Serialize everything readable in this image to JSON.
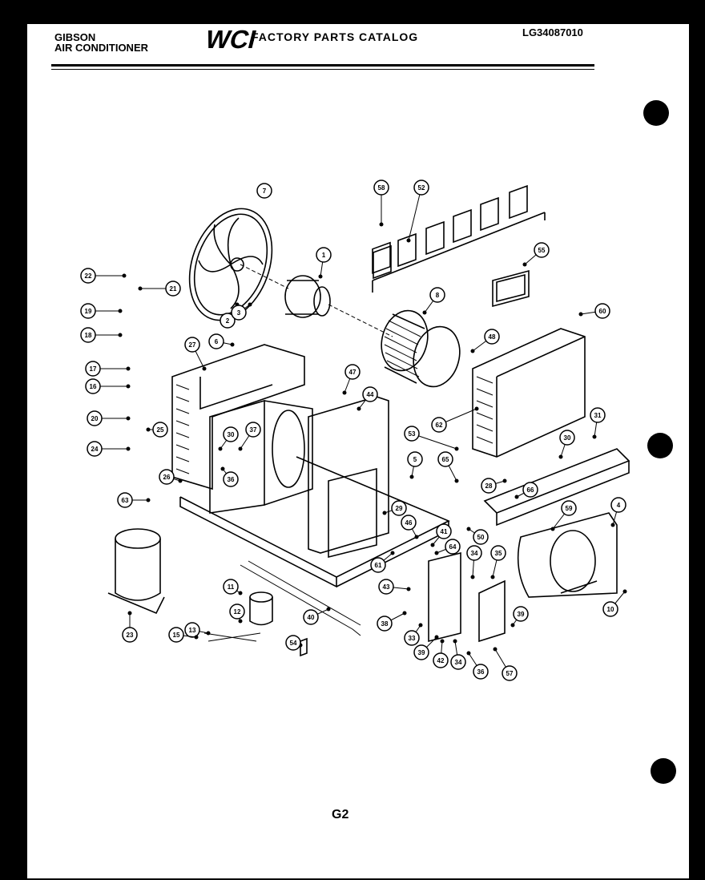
{
  "header": {
    "brand_line1": "GIBSON",
    "brand_line2": "AIR CONDITIONER",
    "logo_text": "WCI",
    "catalog_title": "FACTORY PARTS CATALOG",
    "model_number": "LG34087010"
  },
  "page_number": "G2",
  "callouts": [
    {
      "num": "7"
    },
    {
      "num": "58"
    },
    {
      "num": "52"
    },
    {
      "num": "1"
    },
    {
      "num": "55"
    },
    {
      "num": "22"
    },
    {
      "num": "21"
    },
    {
      "num": "19"
    },
    {
      "num": "18"
    },
    {
      "num": "2"
    },
    {
      "num": "3"
    },
    {
      "num": "8"
    },
    {
      "num": "60"
    },
    {
      "num": "6"
    },
    {
      "num": "27"
    },
    {
      "num": "48"
    },
    {
      "num": "17"
    },
    {
      "num": "16"
    },
    {
      "num": "47"
    },
    {
      "num": "44"
    },
    {
      "num": "20"
    },
    {
      "num": "25"
    },
    {
      "num": "24"
    },
    {
      "num": "30"
    },
    {
      "num": "37"
    },
    {
      "num": "36"
    },
    {
      "num": "62"
    },
    {
      "num": "53"
    },
    {
      "num": "31"
    },
    {
      "num": "30"
    },
    {
      "num": "5"
    },
    {
      "num": "65"
    },
    {
      "num": "26"
    },
    {
      "num": "63"
    },
    {
      "num": "28"
    },
    {
      "num": "29"
    },
    {
      "num": "66"
    },
    {
      "num": "59"
    },
    {
      "num": "4"
    },
    {
      "num": "50"
    },
    {
      "num": "46"
    },
    {
      "num": "41"
    },
    {
      "num": "64"
    },
    {
      "num": "61"
    },
    {
      "num": "34"
    },
    {
      "num": "35"
    },
    {
      "num": "43"
    },
    {
      "num": "23"
    },
    {
      "num": "11"
    },
    {
      "num": "12"
    },
    {
      "num": "13"
    },
    {
      "num": "15"
    },
    {
      "num": "40"
    },
    {
      "num": "54"
    },
    {
      "num": "38"
    },
    {
      "num": "33"
    },
    {
      "num": "39"
    },
    {
      "num": "42"
    },
    {
      "num": "34"
    },
    {
      "num": "36"
    },
    {
      "num": "39"
    },
    {
      "num": "57"
    },
    {
      "num": "10"
    }
  ]
}
